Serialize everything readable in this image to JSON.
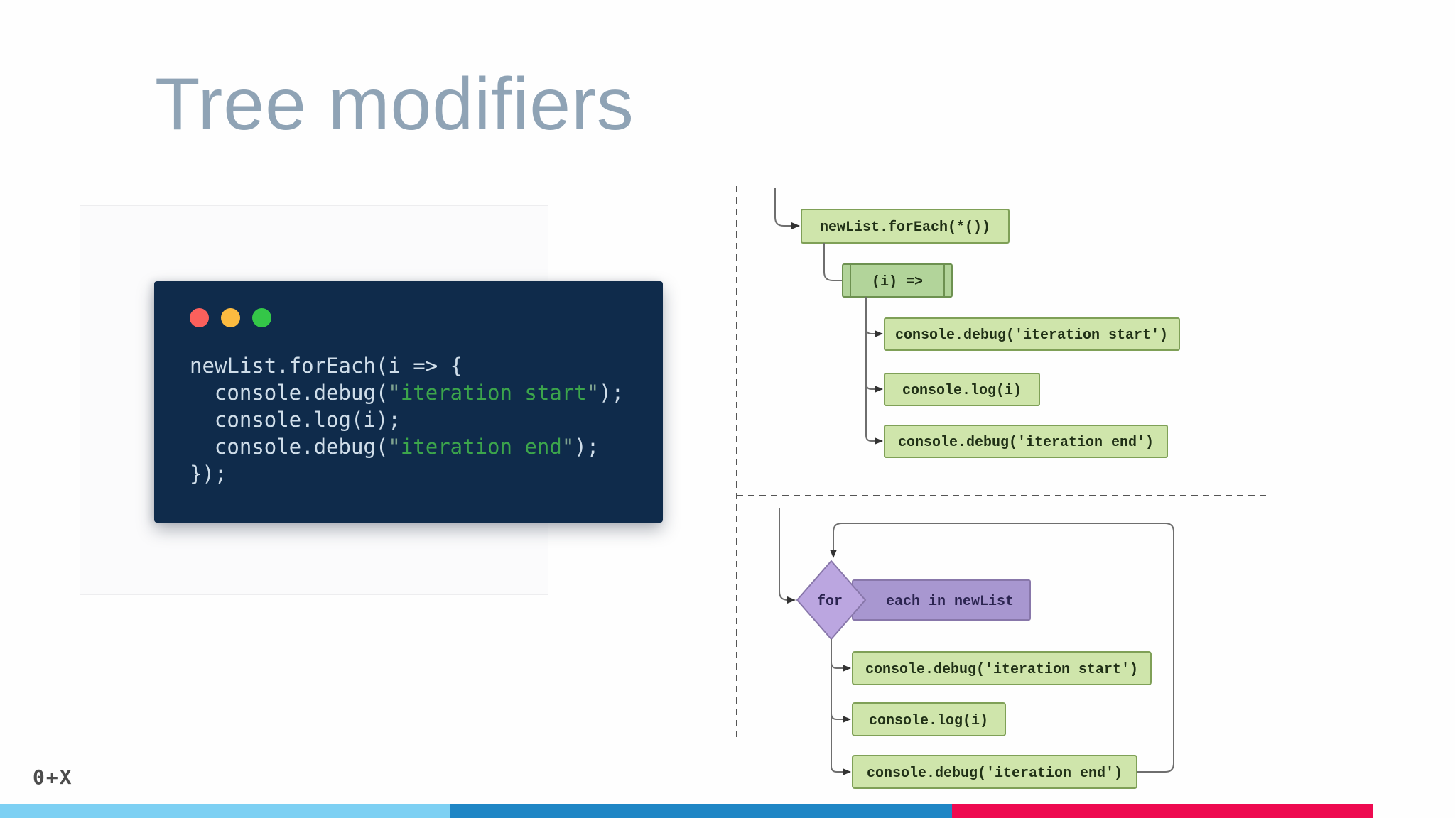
{
  "slide": {
    "title": "Tree modifiers",
    "logo": "0+X"
  },
  "code_window": {
    "buttons": [
      "close-dot",
      "minimize-dot",
      "maximize-dot"
    ],
    "code": {
      "line1": "newList.forEach(i => {",
      "line2_pre": "  console.debug(",
      "line2_str": "iteration start",
      "line3": "  console.log(i);",
      "line4_pre": "  console.debug(",
      "line4_str": "iteration end",
      "dq": "\"",
      "close_paren": ");",
      "line5": "});"
    }
  },
  "diagram_top": {
    "node_foreach": "newList.forEach(*())",
    "node_lambda": "(i) =>",
    "node_debug_start": "console.debug('iteration start')",
    "node_log": "console.log(i)",
    "node_debug_end": "console.debug('iteration end')"
  },
  "diagram_bottom": {
    "diamond_label": "for",
    "condition_label": "each in newList",
    "node_debug_start": "console.debug('iteration start')",
    "node_log": "console.log(i)",
    "node_debug_end": "console.debug('iteration end')"
  },
  "colors": {
    "title": "#8fa3b5",
    "code_bg": "#0f2b4b",
    "dot_red": "#fb605c",
    "dot_yellow": "#fcbb40",
    "dot_green": "#34c748",
    "code_text": "#cfdde9",
    "code_string": "#3ca54b",
    "node_green_fill": "#cfe5ab",
    "node_green_border": "#7fa057",
    "lambda_fill": "#b2d49a",
    "lambda_border": "#6d9150",
    "diamond_fill": "#bba6e0",
    "condition_fill": "#a897d0",
    "purple_border": "#8877aa",
    "connector": "#6e6e6e",
    "bar_lightblue": "#7dd0f3",
    "bar_blue": "#1f86c5",
    "bar_crimson": "#ee0a50"
  }
}
